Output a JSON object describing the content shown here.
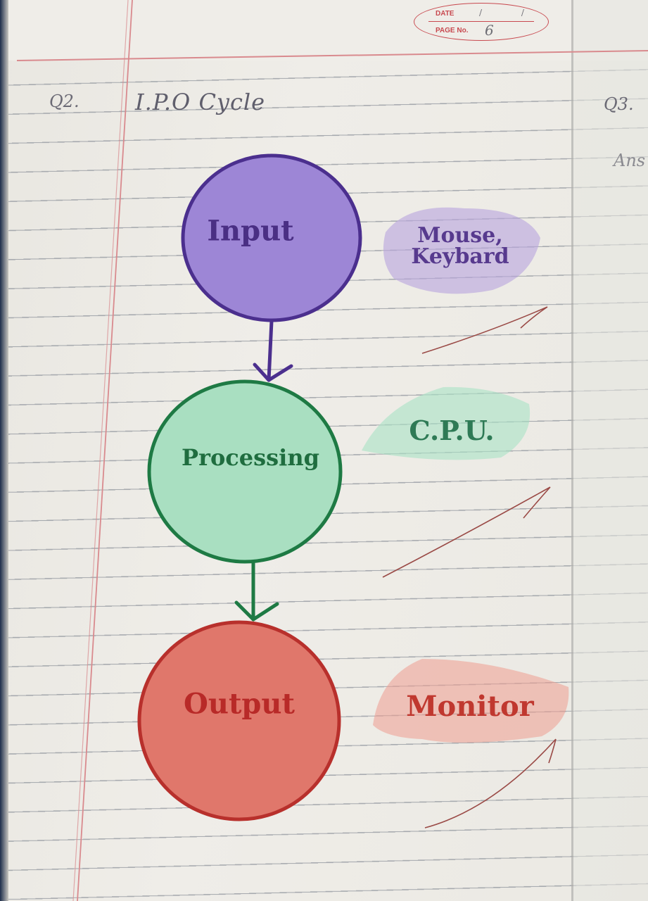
{
  "header": {
    "date_label": "DATE",
    "date_value": "/ /",
    "page_label": "PAGE No.",
    "page_value": "6"
  },
  "question": {
    "number": "Q2.",
    "title": "I.P.O Cycle"
  },
  "next_page": {
    "question_number": "Q3.",
    "answer_fragment": "Ans"
  },
  "diagram": {
    "nodes": [
      {
        "label": "Input",
        "color": "#7b5cc4",
        "outline": "#4b2f8e",
        "example": "Mouse, Keybard"
      },
      {
        "label": "Processing",
        "color": "#9fe0bf",
        "outline": "#1e7a44",
        "example": "C.P.U."
      },
      {
        "label": "Output",
        "color": "#e06a5e",
        "outline": "#b8302c",
        "example": "Monitor"
      }
    ]
  }
}
